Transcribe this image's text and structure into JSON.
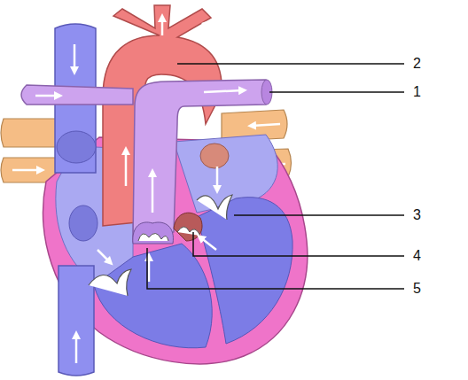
{
  "diagram": {
    "labels": [
      "2",
      "1",
      "3",
      "4",
      "5"
    ]
  }
}
